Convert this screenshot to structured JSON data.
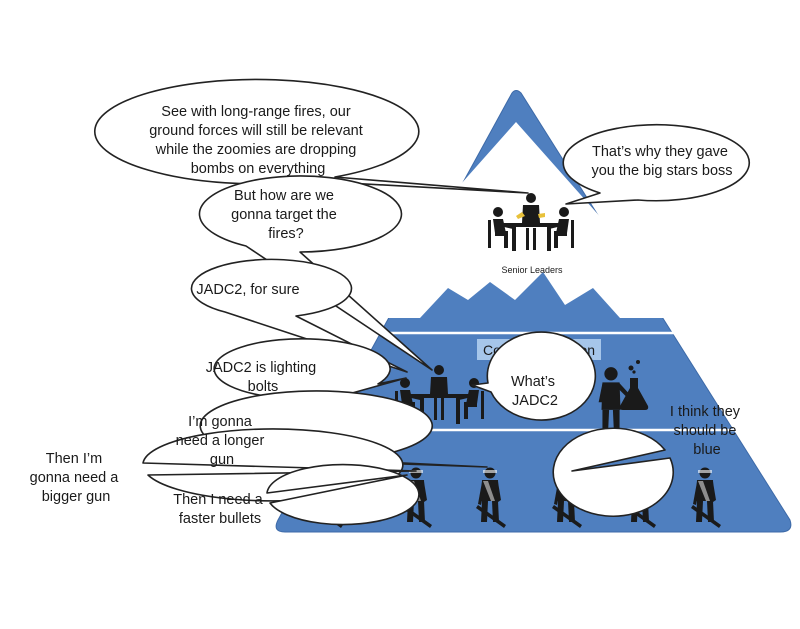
{
  "tiers": {
    "top": {
      "label": "Senior Leaders"
    },
    "middle": {
      "label": "Concepts Division"
    }
  },
  "colors": {
    "pyramid": "#4f7fbf",
    "pyramid_edge": "#3d6aa8",
    "division_box": "#a6c6ea",
    "bubble_fill": "#ffffff",
    "bubble_stroke": "#222222",
    "figure": "#1a1a1a"
  },
  "bubbles": {
    "long_range": [
      "See with long-range fires, our",
      "ground forces will still be relevant",
      "while the zoomies are dropping",
      "bombs on everything"
    ],
    "big_stars": [
      "That’s why they gave",
      "you the big stars boss"
    ],
    "target_fires": [
      "But how are we",
      "gonna target the",
      "fires?"
    ],
    "jadc2_sure": [
      "JADC2, for sure"
    ],
    "lighting": [
      "JADC2 is lighting",
      "bolts"
    ],
    "whats": [
      "What’s",
      "JADC2"
    ],
    "longer_gun": [
      "I’m gonna",
      "need a longer",
      "gun"
    ],
    "bigger_gun": [
      "Then I’m",
      "gonna need a",
      "bigger gun"
    ],
    "faster": [
      "Then I need a",
      "faster bullets"
    ],
    "blue": [
      "I think they",
      "should be",
      "blue"
    ]
  },
  "icons": [
    "meeting-table-icon",
    "person-icon",
    "scientist-icon",
    "flask-icon",
    "soldier-icon"
  ]
}
